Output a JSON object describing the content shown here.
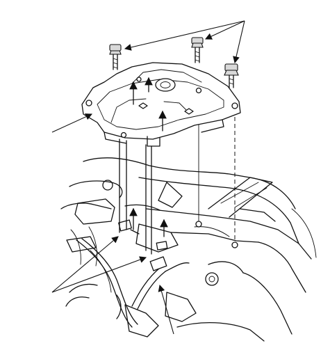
{
  "figure": {
    "background": "#ffffff",
    "line_color": "#111111",
    "parts": [
      {
        "name": "mounting-bolt",
        "count": 3
      },
      {
        "name": "bracket-plate",
        "count": 1
      },
      {
        "name": "wire-harness",
        "count": 1
      }
    ]
  }
}
